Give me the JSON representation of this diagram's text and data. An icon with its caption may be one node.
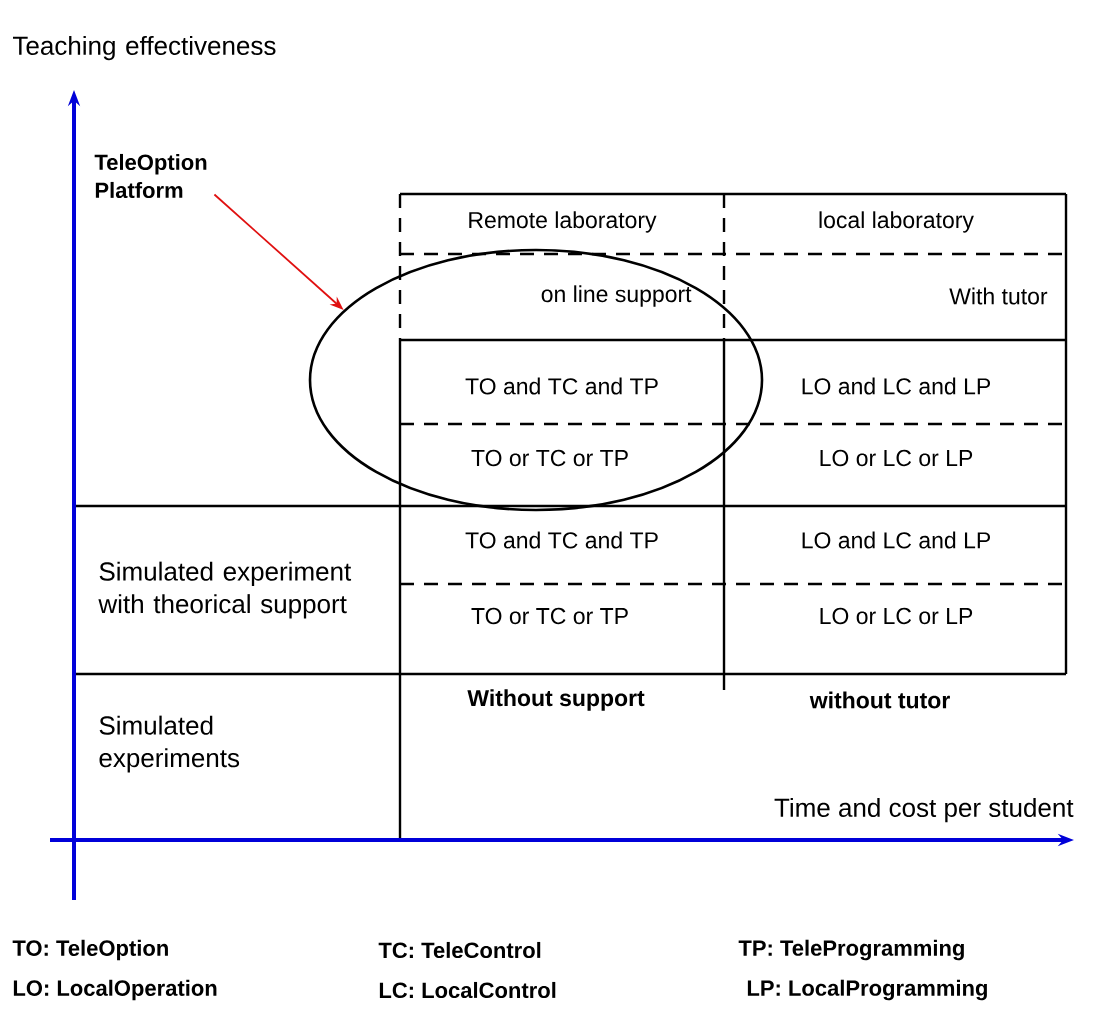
{
  "diagram": {
    "nodes": [
      {
        "text": [
          "TeleOption Platform"
        ]
      },
      {
        "text": [],
        "shape": "ellipse"
      }
    ],
    "edges": [
      {
        "from": 0,
        "to": 1,
        "arrow": "to",
        "color": "#e01010"
      }
    ],
    "labels": [
      "Teaching effectiveness",
      "Remote laboratory",
      "local laboratory",
      "on line support",
      "With tutor",
      "TO and TC and TP",
      "LO and LC and LP",
      "TO or TC or TP",
      "LO or LC or LP",
      "Simulated experiment with theorical support",
      "TO and TC and TP",
      "LO and LC and LP",
      "TO or TC or TP",
      "LO or LC or LP",
      "Without support",
      "without tutor",
      "Simulated experiments",
      "Time and cost per student",
      "TO: TeleOption",
      "TC: TeleControl",
      "TP: TeleProgramming",
      "LO: LocalOperation",
      "LC: LocalControl",
      "LP: LocalProgramming"
    ]
  }
}
